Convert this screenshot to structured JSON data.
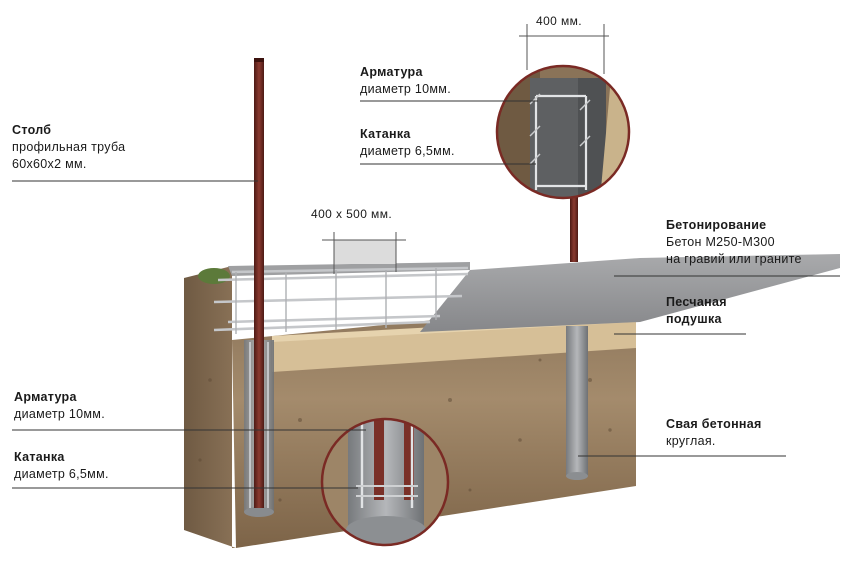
{
  "labels": {
    "post": {
      "title": "Столб",
      "line1": "профильная труба",
      "line2": "60x60x2 мм."
    },
    "rebar_top": {
      "title": "Арматура",
      "line1": "диаметр 10мм."
    },
    "wire_top": {
      "title": "Катанка",
      "line1": "диаметр 6,5мм."
    },
    "concreting": {
      "title": "Бетонирование",
      "line1": "Бетон М250-М300",
      "line2": "на гравий или граните"
    },
    "sand": {
      "title": "Песчаная",
      "line1": "подушка"
    },
    "pile": {
      "title": "Свая бетонная",
      "line1": "круглая."
    },
    "rebar_bottom": {
      "title": "Арматура",
      "line1": "диаметр 10мм."
    },
    "wire_bottom": {
      "title": "Катанка",
      "line1": "диаметр 6,5мм."
    }
  },
  "dimensions": {
    "width_top": "400 мм.",
    "section": "400 x 500 мм."
  },
  "colors": {
    "soil": "#9a8063",
    "sand": "#d6bf97",
    "concrete": "#8f9092",
    "post": "#6b2a22",
    "rim": "#7a2a24"
  }
}
